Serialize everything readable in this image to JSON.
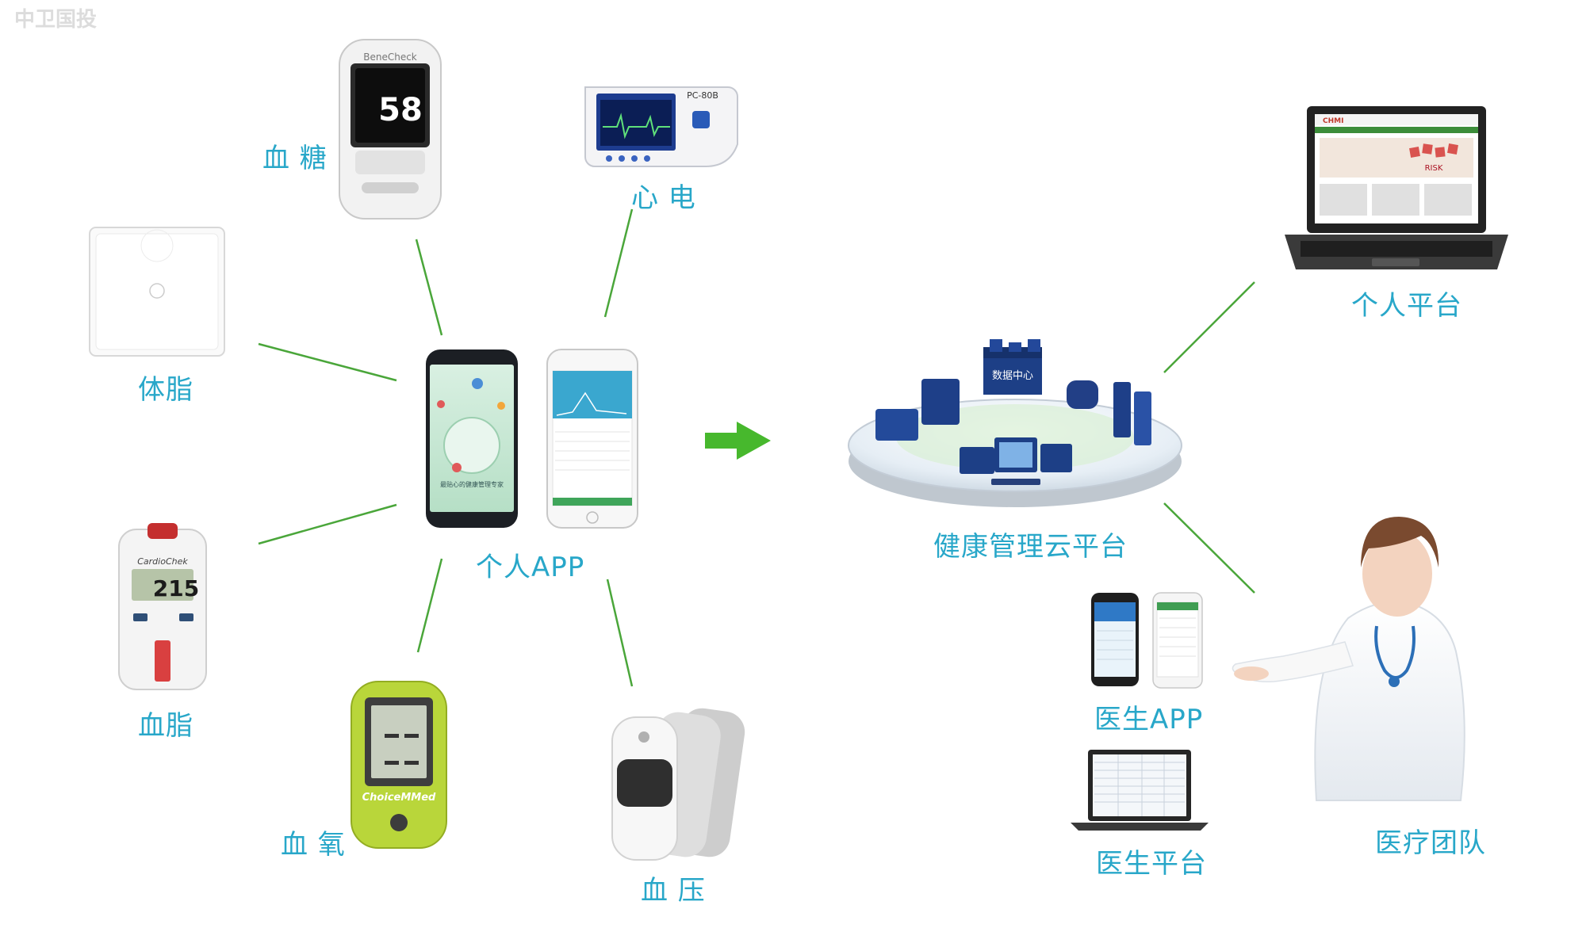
{
  "watermark": "中卫国投",
  "labels": {
    "glucose": "血 糖",
    "ecg": "心 电",
    "body_fat": "体脂",
    "lipid": "血脂",
    "oxygen": "血 氧",
    "pressure": "血 压",
    "personal_app": "个人APP",
    "cloud": "健康管理云平台",
    "personal_platform": "个人平台",
    "doctor_app": "医生APP",
    "doctor_platform": "医生平台",
    "medical_team": "医疗团队"
  },
  "device_text": {
    "glucose_brand": "BeneCheck",
    "glucose_reading": "58",
    "ecg_model": "PC-80B",
    "lipid_brand": "CardioChek",
    "lipid_reading": "215",
    "oxygen_brand": "ChoiceMMed",
    "phone_caption": "最贴心的健康管理专家",
    "cloud_center": "数据中心",
    "laptop_brand": "CHMI",
    "laptop_badge": "RISK"
  },
  "colors": {
    "label": "#28a7c9",
    "connector": "#4aa63a",
    "arrow": "#47b82d"
  }
}
